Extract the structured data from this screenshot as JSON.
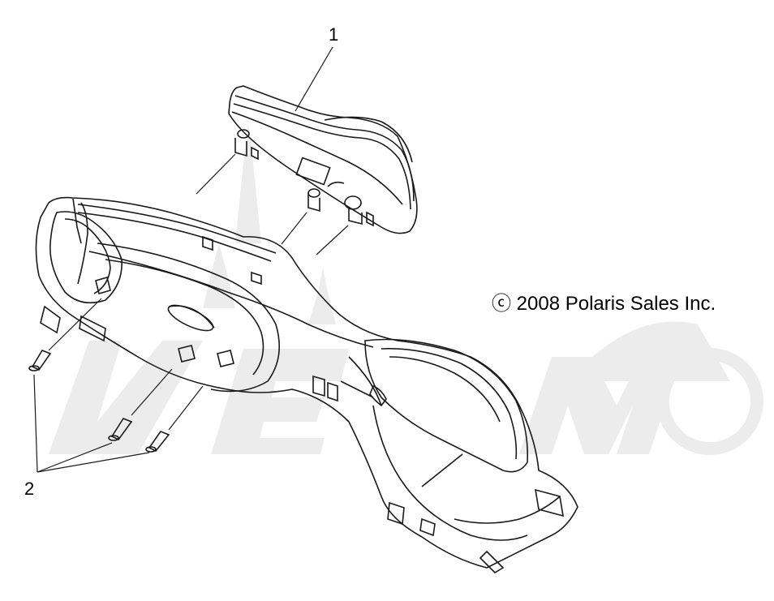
{
  "callouts": [
    {
      "label": "1",
      "part": "instrument-cluster"
    },
    {
      "label": "2",
      "part": "pins"
    }
  ],
  "copyright": "ⓒ 2008 Polaris Sales Inc.",
  "colors": {
    "line": "#1a1a1a",
    "watermark": "#ececec",
    "background": "#ffffff"
  }
}
